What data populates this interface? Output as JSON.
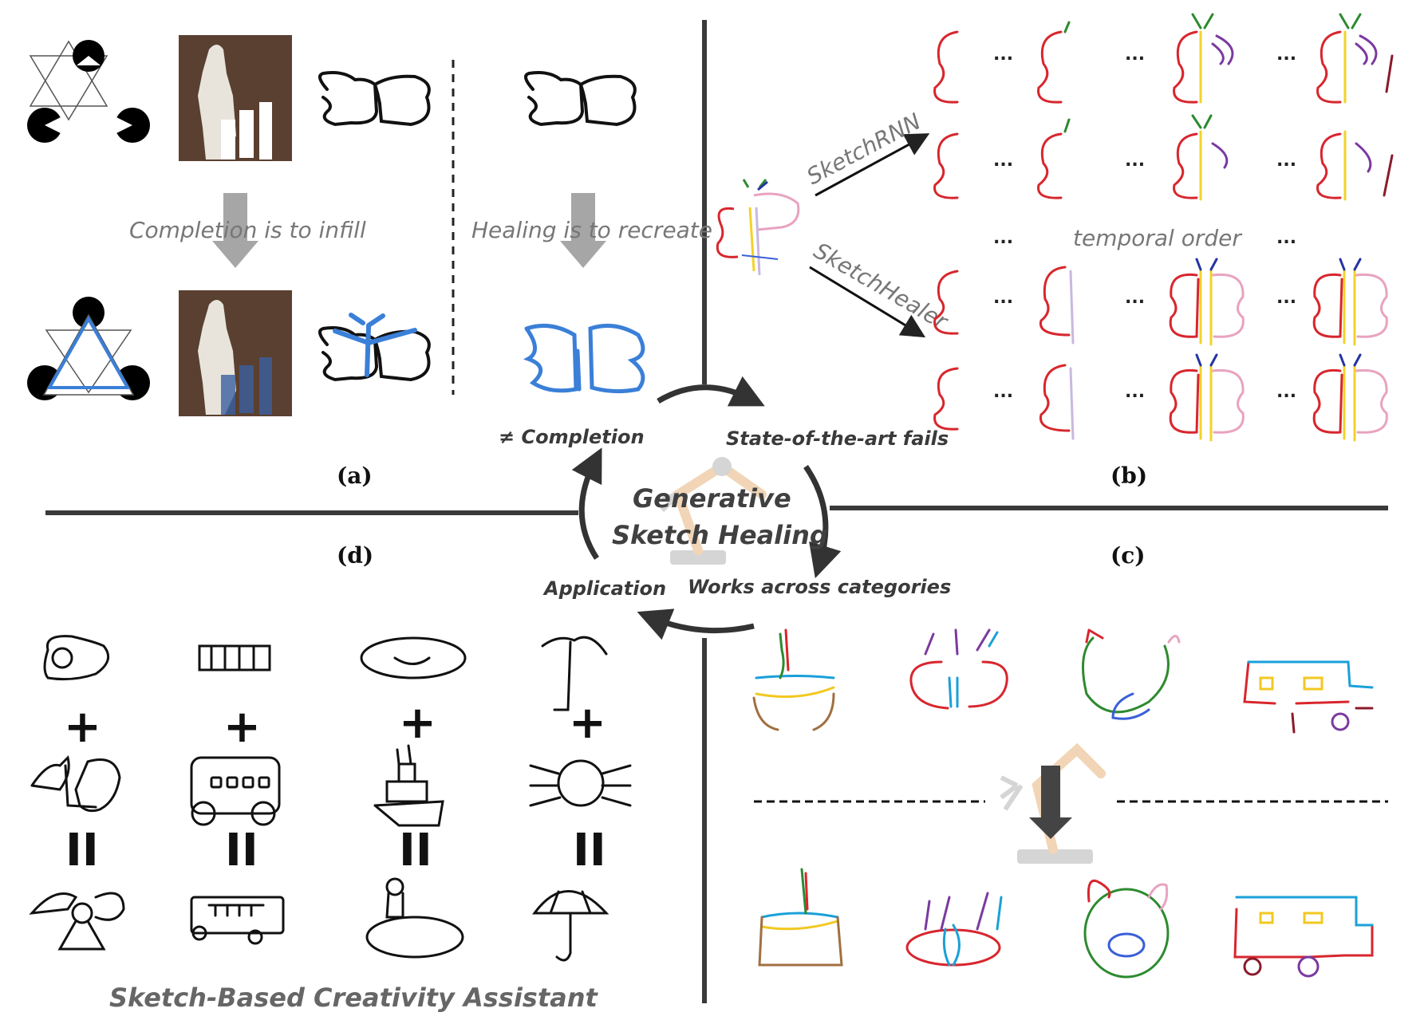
{
  "panel_a": {
    "label": "(a)",
    "completion_caption": "Completion is to infill",
    "healing_caption": "Healing is to recreate"
  },
  "panel_b": {
    "label": "(b)",
    "method_1": "SketchRNN",
    "method_2": "SketchHealer",
    "temporal_caption": "temporal order",
    "ellipsis": "..."
  },
  "panel_c": {
    "label": "(c)"
  },
  "panel_d": {
    "label": "(d)",
    "plus": "+",
    "equals": "II",
    "footer": "Sketch-Based Creativity Assistant"
  },
  "center": {
    "title_line1": "Generative",
    "title_line2": "Sketch Healing",
    "cycle_not_completion": "≠ Completion",
    "cycle_sota_fails": "State-of-the-art fails",
    "cycle_works_across": "Works across categories",
    "cycle_application": "Application"
  },
  "colors": {
    "divider": "#3a3a3a",
    "blue_heal": "#3a7fd8",
    "red_stroke": "#d8262d",
    "yellow_stroke": "#f2d22a",
    "pink_stroke": "#e8a3c0",
    "arrow_gray": "#a6a6a6"
  }
}
